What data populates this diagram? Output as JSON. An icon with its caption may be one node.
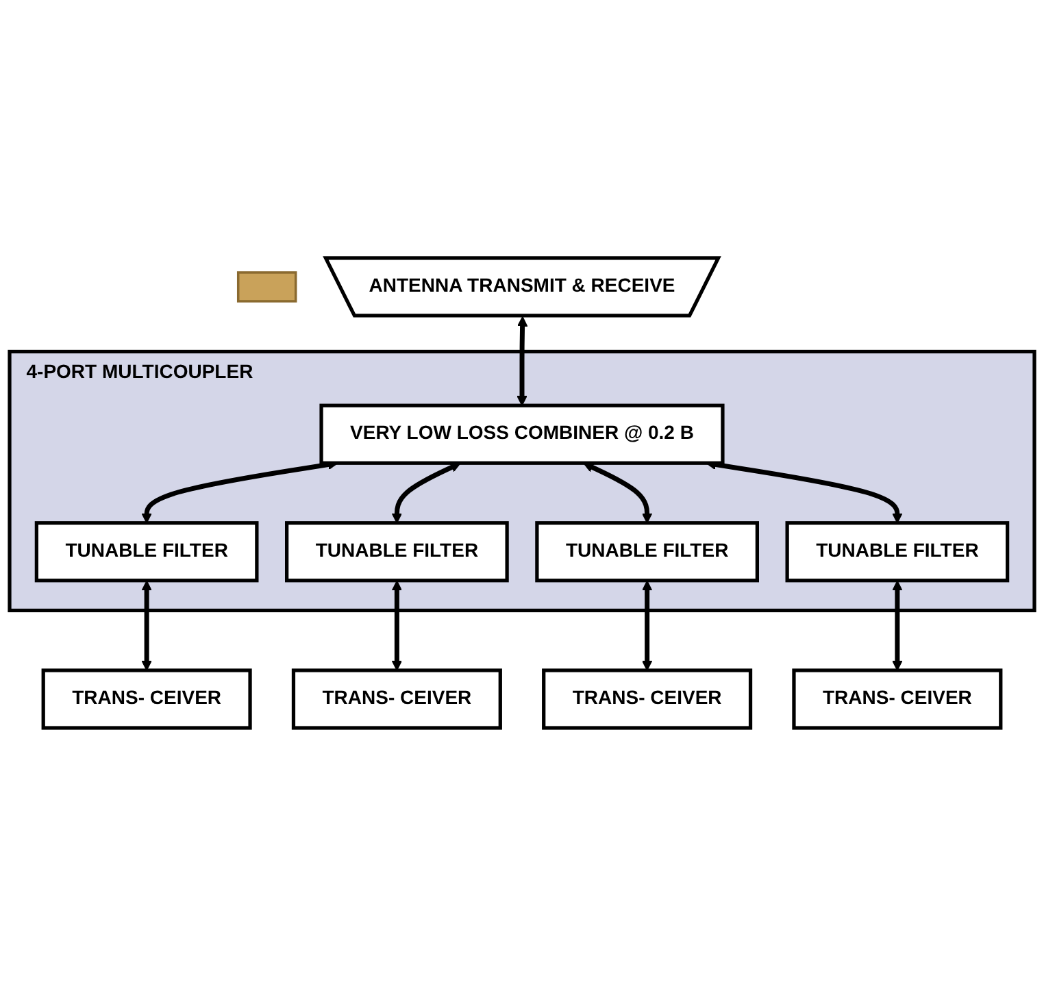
{
  "diagram": {
    "nodes": [
      {
        "text": [],
        "shape": "box"
      },
      {
        "text": [
          "ANTENNA TRANSMIT & RECEIVE"
        ]
      },
      {
        "text": [
          "4-PORT MULTICOUPLER"
        ]
      },
      {
        "text": [
          "VERY LOW LOSS COMBINER @ 0.2 B"
        ],
        "in": 2
      },
      {
        "text": [
          "TUNABLE FILTER"
        ],
        "in": 2
      },
      {
        "text": [
          "TUNABLE FILTER"
        ],
        "in": 2
      },
      {
        "text": [
          "TUNABLE FILTER"
        ],
        "in": 2
      },
      {
        "text": [
          "TUNABLE FILTER"
        ],
        "in": 2
      },
      {
        "text": [
          "TRANS- CEIVER"
        ]
      },
      {
        "text": [
          "TRANS- CEIVER"
        ]
      },
      {
        "text": [
          "TRANS- CEIVER"
        ]
      },
      {
        "text": [
          "TRANS- CEIVER"
        ]
      }
    ],
    "edges": [
      {
        "from": 1,
        "to": 3,
        "arrow": "both"
      },
      {
        "from": 3,
        "to": 4,
        "arrow": "both"
      },
      {
        "from": 3,
        "to": 5,
        "arrow": "both"
      },
      {
        "from": 3,
        "to": 6,
        "arrow": "both"
      },
      {
        "from": 3,
        "to": 7,
        "arrow": "both"
      },
      {
        "from": 4,
        "to": 8,
        "arrow": "both"
      },
      {
        "from": 5,
        "to": 9,
        "arrow": "both"
      },
      {
        "from": 6,
        "to": 10,
        "arrow": "both"
      },
      {
        "from": 7,
        "to": 11,
        "arrow": "both"
      }
    ]
  }
}
